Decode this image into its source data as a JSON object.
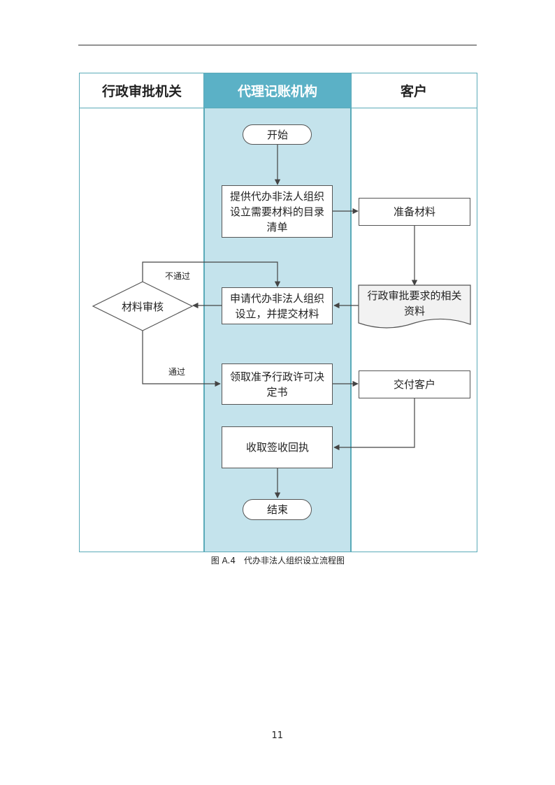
{
  "lanes": {
    "customer": "客户",
    "agency": "代理记账机构",
    "authority": "行政审批机关"
  },
  "nodes": {
    "start": "开始",
    "provide_list": "提供代办非法人组织设立需要材料的目录清单",
    "prepare": "准备材料",
    "materials": "行政审批要求的相关资料",
    "apply": "申请代办非法人组织设立，并提交材料",
    "review": "材料审核",
    "receive_decision": "领取准予行政许可决定书",
    "deliver": "交付客户",
    "receipt": "收取签收回执",
    "end": "结束"
  },
  "edges": {
    "not_pass": "不通过",
    "pass": "通过"
  },
  "caption": "图 A.4　代办非法人组织设立流程图",
  "page_number": "11"
}
